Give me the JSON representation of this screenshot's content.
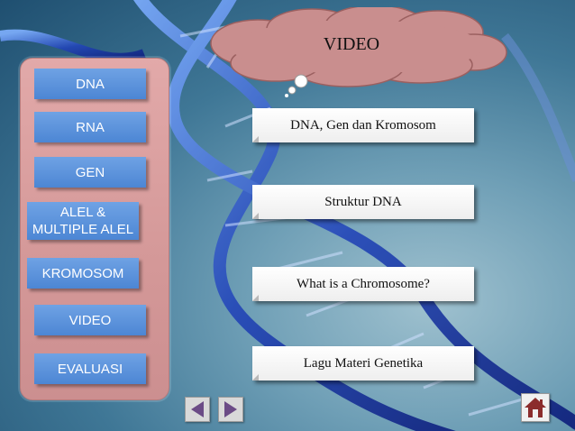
{
  "sidebar": {
    "items": [
      {
        "label": "DNA"
      },
      {
        "label": "RNA"
      },
      {
        "label": "GEN"
      },
      {
        "label": "ALEL &\nMULTIPLE ALEL"
      },
      {
        "label": "KROMOSOM"
      },
      {
        "label": "VIDEO"
      },
      {
        "label": "EVALUASI"
      }
    ]
  },
  "header": {
    "title": "VIDEO"
  },
  "videos": [
    {
      "label": "DNA, Gen dan Kromosom"
    },
    {
      "label": "Struktur DNA"
    },
    {
      "label": "What is a Chromosome?"
    },
    {
      "label": "Lagu Materi Genetika"
    }
  ],
  "colors": {
    "nav_button": "#5b94dd",
    "sidebar_panel": "#d99d9d",
    "arrow": "#6b4b86",
    "home": "#8b2c2c"
  },
  "icons": {
    "prev": "prev-arrow-icon",
    "next": "next-arrow-icon",
    "home": "home-icon"
  }
}
